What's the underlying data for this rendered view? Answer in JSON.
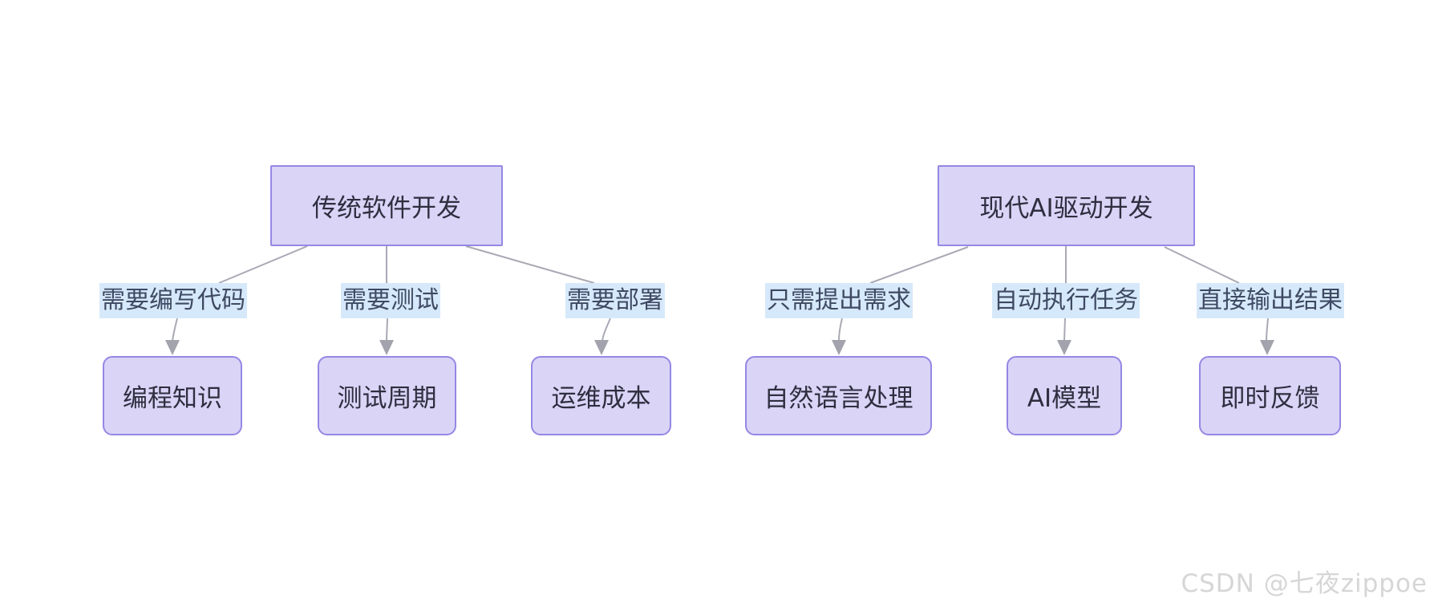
{
  "diagram": {
    "trees": [
      {
        "root": "传统软件开发",
        "branches": [
          {
            "edge_label": "需要编写代码",
            "node": "编程知识"
          },
          {
            "edge_label": "需要测试",
            "node": "测试周期"
          },
          {
            "edge_label": "需要部署",
            "node": "运维成本"
          }
        ]
      },
      {
        "root": "现代AI驱动开发",
        "branches": [
          {
            "edge_label": "只需提出需求",
            "node": "自然语言处理"
          },
          {
            "edge_label": "自动执行任务",
            "node": "AI模型"
          },
          {
            "edge_label": "直接输出结果",
            "node": "即时反馈"
          }
        ]
      }
    ]
  },
  "watermark": "CSDN @七夜zippoe",
  "colors": {
    "node_fill": "#dad4f7",
    "node_border": "#9488e4",
    "edge_label_bg": "#d6e9fa",
    "edge_stroke": "#a9a9b5",
    "arrow_fill": "#a3a3ad"
  }
}
